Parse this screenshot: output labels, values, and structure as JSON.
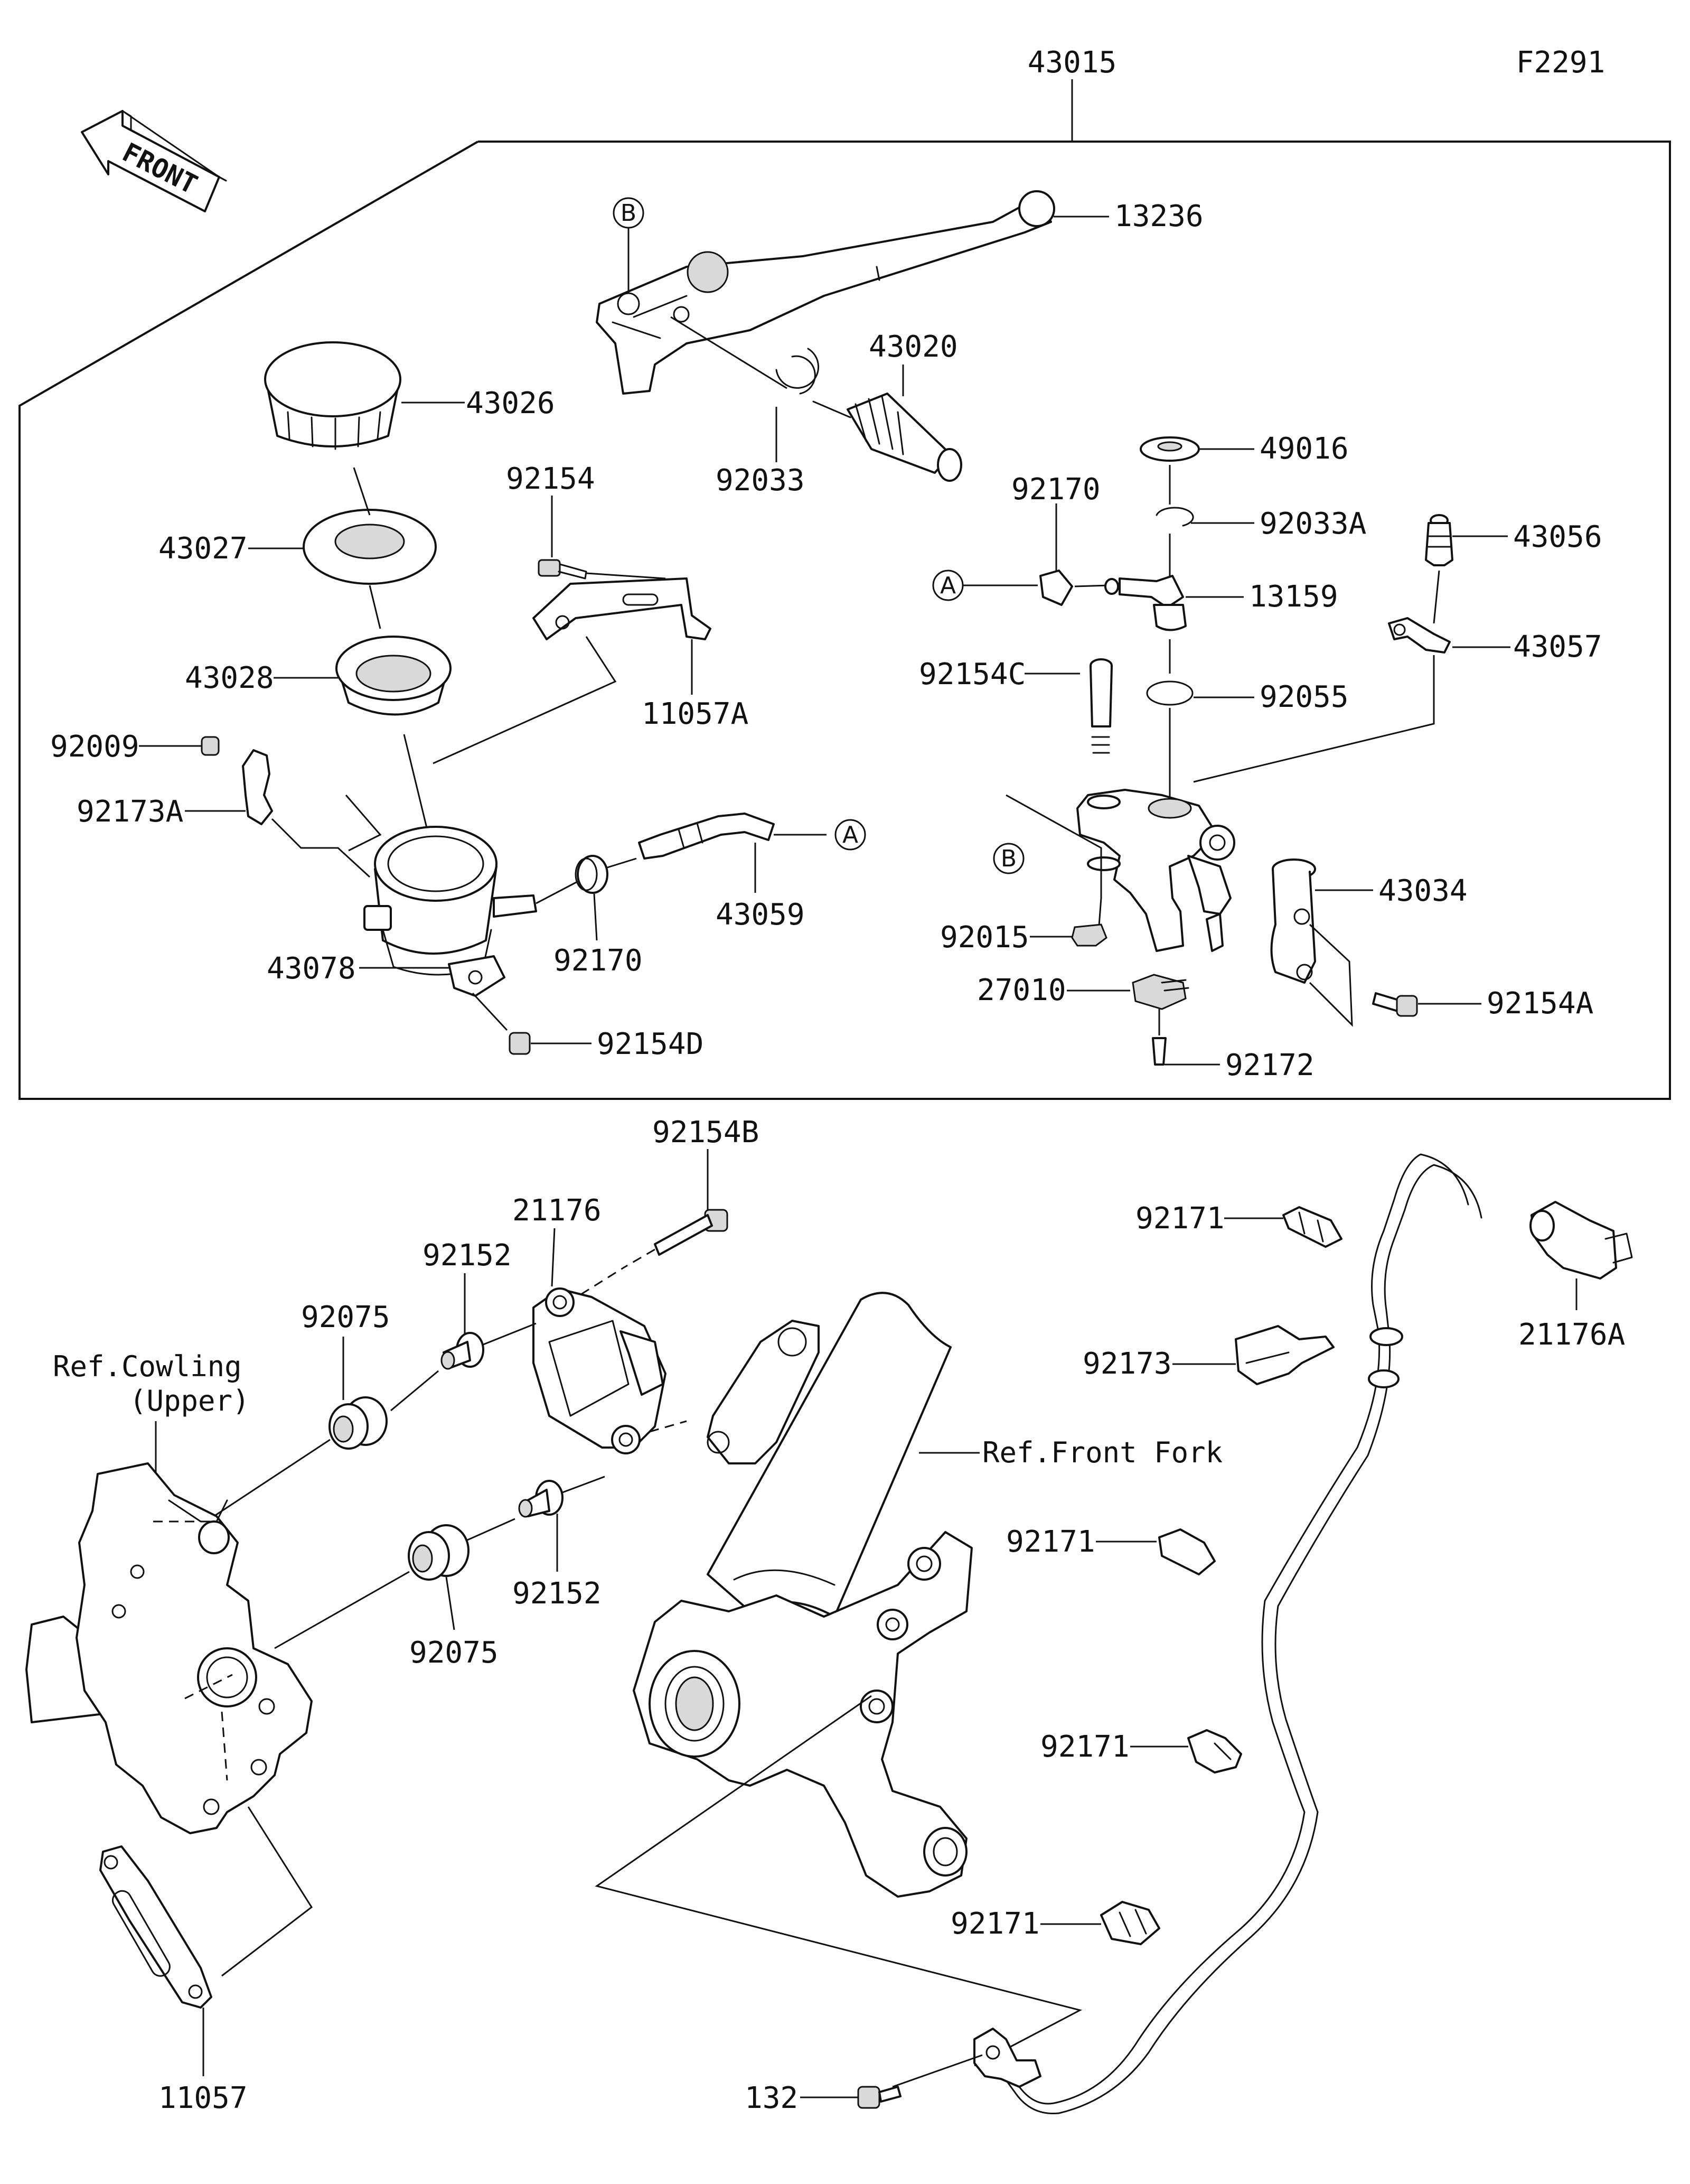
{
  "figure_code": "F2291",
  "front_arrow_text": "FRONT",
  "callouts": {
    "a": "A",
    "b": "B"
  },
  "parts": {
    "p43015": "43015",
    "p13236": "13236",
    "p43020": "43020",
    "p92033": "92033",
    "p43026": "43026",
    "p43027": "43027",
    "p43028": "43028",
    "p92154": "92154",
    "p11057A": "11057A",
    "p92009": "92009",
    "p92173A": "92173A",
    "p43078": "43078",
    "p92154D": "92154D",
    "p92170_lower": "92170",
    "p43059": "43059",
    "p49016": "49016",
    "p92170_upper": "92170",
    "p92033A": "92033A",
    "p43056": "43056",
    "p13159": "13159",
    "p43057": "43057",
    "p92154C": "92154C",
    "p92055": "92055",
    "p43034": "43034",
    "p92015": "92015",
    "p27010": "27010",
    "p92154A": "92154A",
    "p92172": "92172",
    "p92154B": "92154B",
    "p21176": "21176",
    "p92152_upper": "92152",
    "p92075_upper": "92075",
    "p92152_lower": "92152",
    "p92075_lower": "92075",
    "p92171_1": "92171",
    "p92173": "92173",
    "p21176A": "21176A",
    "p92171_2": "92171",
    "p92171_3": "92171",
    "p92171_4": "92171",
    "p132": "132",
    "p11057": "11057"
  },
  "references": {
    "cowling_line1": "Ref.Cowling",
    "cowling_line2": "(Upper)",
    "front_fork": "Ref.Front Fork"
  }
}
